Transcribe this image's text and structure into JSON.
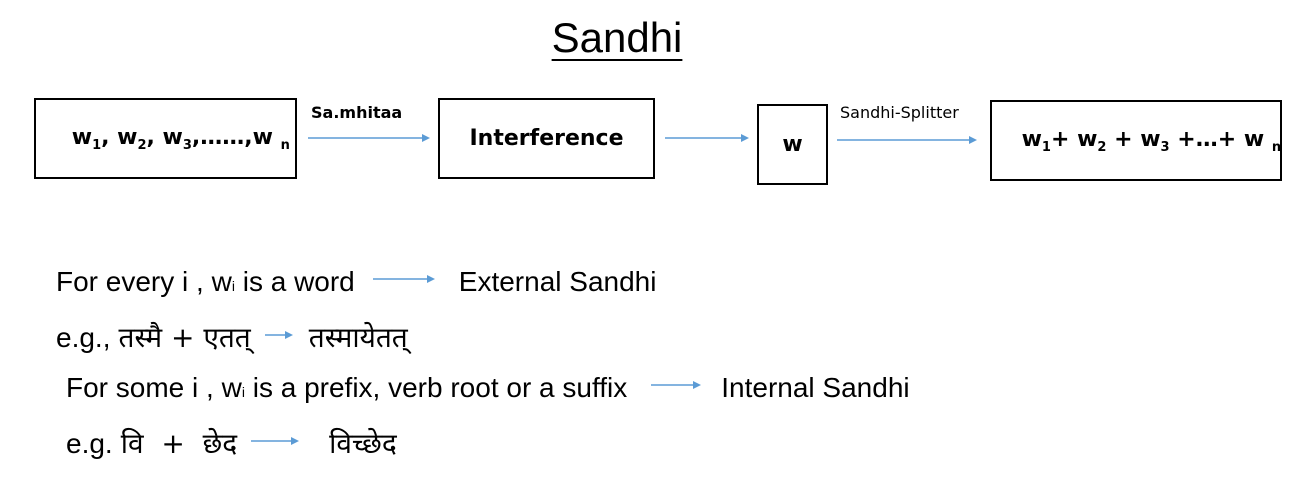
{
  "title": "Sandhi",
  "flow": {
    "input_box": {
      "w": "w",
      "subs": [
        "1",
        "2",
        "3"
      ],
      "sep": ", ",
      "dots": ",……,",
      "last_sub": "n"
    },
    "arrow1_label": "Sa.mhitaa",
    "interference_box": "Interference",
    "w_box": "w",
    "arrow2_label": "Sandhi-Splitter",
    "output_box": {
      "w": "w",
      "subs": [
        "1",
        "2",
        "3"
      ],
      "plus": "+",
      "dots": "+…+",
      "last_sub": "n"
    }
  },
  "rules": [
    {
      "prefix": "For every i , w",
      "sub": "i",
      "suffix": " is a word",
      "result": "External Sandhi"
    },
    {
      "example_prefix": "e.g.,",
      "left": "तस्मै + एतत्",
      "right": "तस्मायेतत्"
    },
    {
      "prefix": "For some i , w",
      "sub": "i",
      "suffix": " is a prefix, verb root or a suffix",
      "result": "Internal Sandhi"
    },
    {
      "example_prefix": "e.g.",
      "left": "वि  +  छेद",
      "right": "विच्छेद"
    }
  ],
  "colors": {
    "arrow": "#5b9bd5",
    "border": "#000000",
    "text": "#000000"
  }
}
